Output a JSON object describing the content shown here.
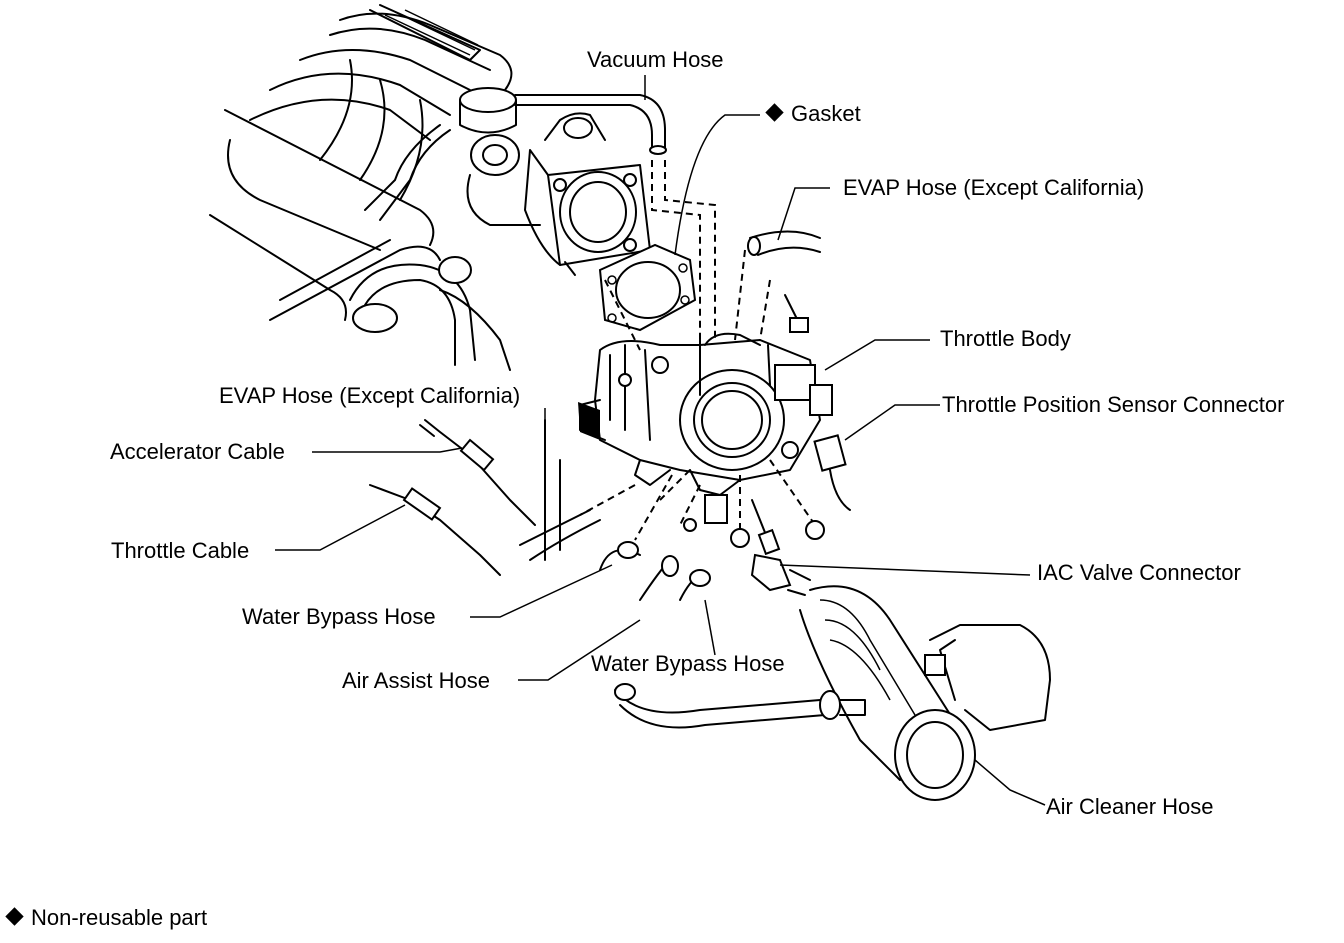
{
  "labels": {
    "vacuum_hose": "Vacuum Hose",
    "gasket": "Gasket",
    "evap_hose_right": "EVAP Hose (Except California)",
    "throttle_body": "Throttle Body",
    "tps_connector": "Throttle Position Sensor Connector",
    "evap_hose_left": "EVAP Hose (Except California)",
    "accelerator_cable": "Accelerator Cable",
    "throttle_cable": "Throttle Cable",
    "iac_valve_connector": "IAC Valve Connector",
    "water_bypass_hose_left": "Water Bypass Hose",
    "air_assist_hose": "Air Assist Hose",
    "water_bypass_hose_center": "Water Bypass Hose",
    "air_cleaner_hose": "Air Cleaner Hose"
  },
  "legend": {
    "symbol": "diamond",
    "text": "Non-reusable part"
  }
}
